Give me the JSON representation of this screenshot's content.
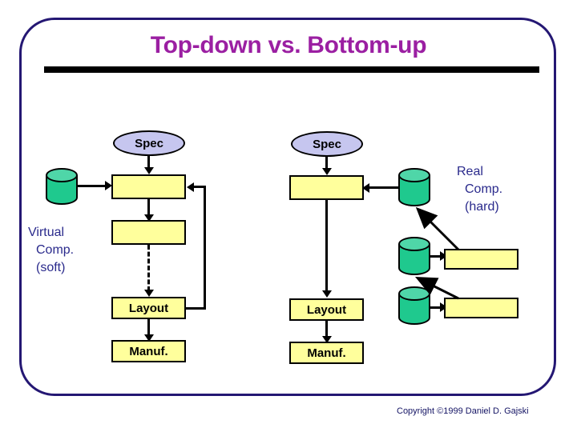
{
  "slide": {
    "title": "Top-down vs. Bottom-up",
    "copyright": "Copyright ©1999 Daniel D. Gajski",
    "accent_purple": "#9B1FA2",
    "frame_navy": "#241773",
    "box_yellow": "#FFFF9C",
    "ellipse_lavender": "#C6C6EF",
    "cylinder_green": "#1FC98E",
    "caption_blue": "#2A2A8C"
  },
  "captions": {
    "virtual": {
      "line1": "Virtual",
      "line2": "Comp.",
      "line3": "(soft)"
    },
    "real": {
      "line1": "Real",
      "line2": "Comp.",
      "line3": "(hard)"
    }
  },
  "topdown": {
    "spec": "Spec",
    "step1": "",
    "step2": "",
    "layout": "Layout",
    "manuf": "Manuf."
  },
  "bottomup": {
    "spec": "Spec",
    "step1": "",
    "layout": "Layout",
    "manuf": "Manuf."
  },
  "right_boxes": {
    "box1": "",
    "box2": ""
  },
  "chart_data": {
    "type": "diagram",
    "title": "Top-down vs. Bottom-up",
    "flows": [
      {
        "name": "top-down",
        "nodes": [
          "Spec",
          "",
          "",
          "Layout",
          "Manuf."
        ],
        "edges": [
          "Spec->step1",
          "step1->step2",
          "step2->Layout (dashed)",
          "Layout->Manuf.",
          "Layout->step1 (feedback)",
          "virtual-lib->step1"
        ]
      },
      {
        "name": "bottom-up",
        "nodes": [
          "Spec",
          "",
          "Layout",
          "Manuf."
        ],
        "edges": [
          "Spec->step1",
          "real-lib1->step1",
          "step1->Layout",
          "Layout->Manuf.",
          "right-box1->real-lib1",
          "right-box2->real-lib2",
          "real-lib2->right-box1",
          "real-lib3->right-box2"
        ]
      }
    ]
  }
}
